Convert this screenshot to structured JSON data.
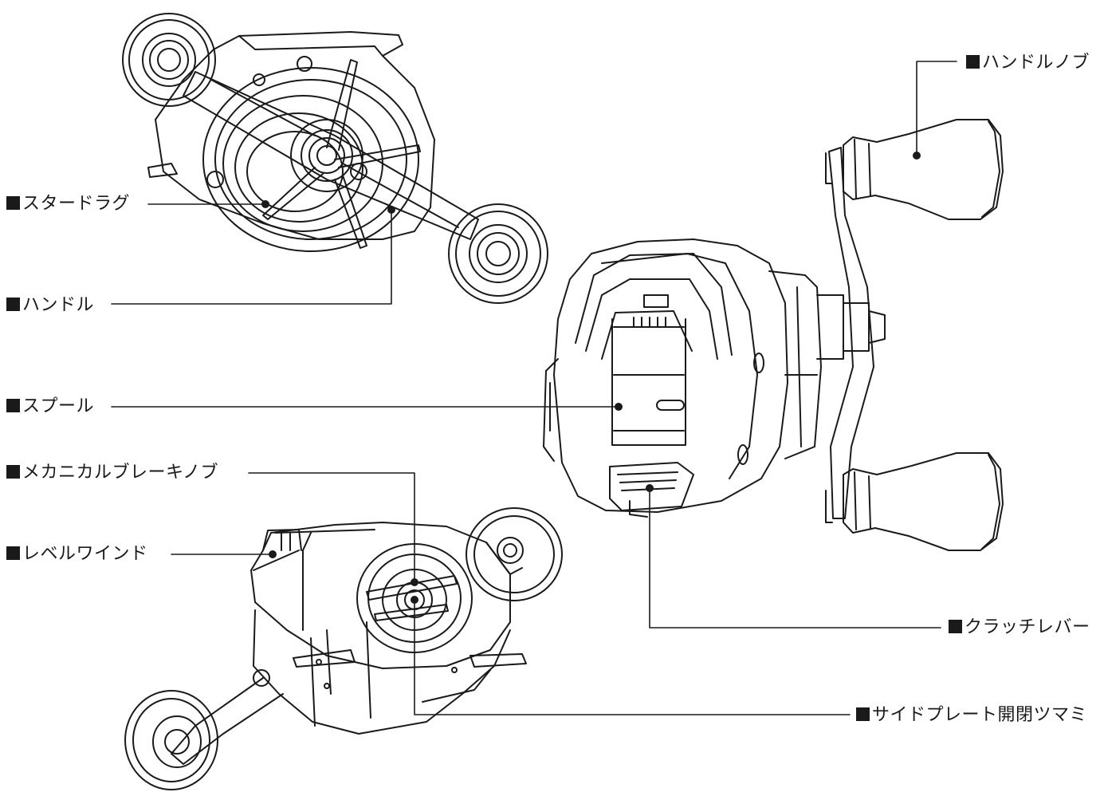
{
  "marker_symbol": "■",
  "labels": {
    "star_drag": "スタードラグ",
    "handle": "ハンドル",
    "spool": "スプール",
    "mechanical_brake_knob": "メカニカルブレーキノブ",
    "level_wind": "レベルワインド",
    "handle_knob": "ハンドルノブ",
    "clutch_lever": "クラッチレバー",
    "side_plate_knob": "サイドプレート開閉ツマミ"
  },
  "colors": {
    "line": "#1a1a1a",
    "background": "#ffffff"
  }
}
